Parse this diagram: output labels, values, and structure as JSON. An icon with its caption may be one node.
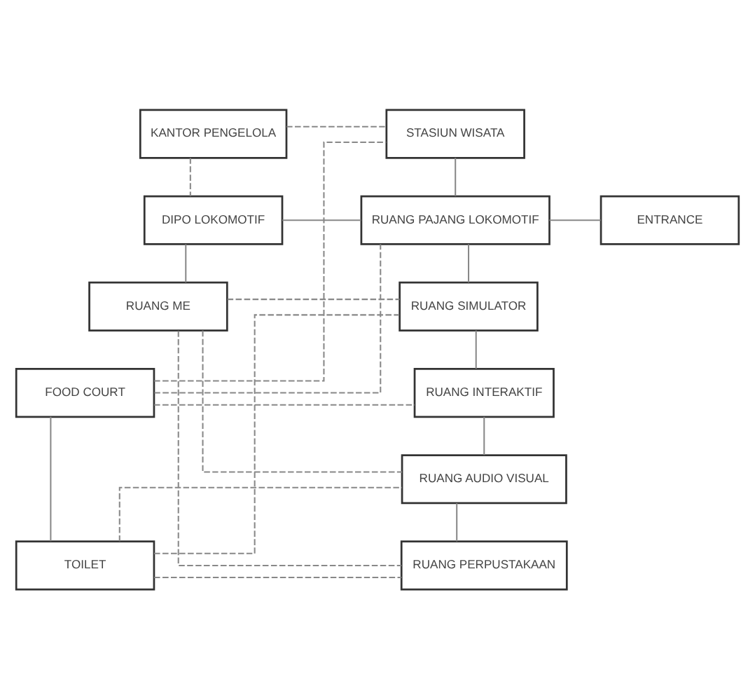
{
  "diagram": {
    "nodes": [
      {
        "text": [
          "KANTOR PENGELOLA"
        ]
      },
      {
        "text": [
          "STASIUN WISATA"
        ]
      },
      {
        "text": [
          "DIPO LOKOMOTIF"
        ]
      },
      {
        "text": [
          "RUANG PAJANG LOKOMOTIF"
        ]
      },
      {
        "text": [
          "ENTRANCE"
        ]
      },
      {
        "text": [
          "RUANG ME"
        ]
      },
      {
        "text": [
          "RUANG SIMULATOR"
        ]
      },
      {
        "text": [
          "FOOD COURT"
        ]
      },
      {
        "text": [
          "RUANG INTERAKTIF"
        ]
      },
      {
        "text": [
          "RUANG AUDIO VISUAL"
        ]
      },
      {
        "text": [
          "TOILET"
        ]
      },
      {
        "text": [
          "RUANG PERPUSTAKAAN"
        ]
      }
    ],
    "edges": [
      {
        "from": 1,
        "to": 3,
        "arrow": "none"
      },
      {
        "from": 2,
        "to": 3,
        "arrow": "none"
      },
      {
        "from": 3,
        "to": 4,
        "arrow": "none"
      },
      {
        "from": 2,
        "to": 5,
        "arrow": "none"
      },
      {
        "from": 3,
        "to": 6,
        "arrow": "none"
      },
      {
        "from": 6,
        "to": 8,
        "arrow": "none"
      },
      {
        "from": 8,
        "to": 9,
        "arrow": "none"
      },
      {
        "from": 9,
        "to": 11,
        "arrow": "none"
      },
      {
        "from": 7,
        "to": 10,
        "arrow": "none"
      },
      {
        "from": 0,
        "to": 1,
        "arrow": "none",
        "style": "dashed"
      },
      {
        "from": 0,
        "to": 2,
        "arrow": "none",
        "style": "dashed"
      },
      {
        "from": 7,
        "to": 1,
        "arrow": "none",
        "style": "dashed"
      },
      {
        "from": 7,
        "to": 3,
        "arrow": "none",
        "style": "dashed"
      },
      {
        "from": 7,
        "to": 8,
        "arrow": "none",
        "style": "dashed"
      },
      {
        "from": 5,
        "to": 6,
        "arrow": "none",
        "style": "dashed"
      },
      {
        "from": 5,
        "to": 9,
        "arrow": "none",
        "style": "dashed"
      },
      {
        "from": 5,
        "to": 11,
        "arrow": "none",
        "style": "dashed"
      },
      {
        "from": 10,
        "to": 6,
        "arrow": "none",
        "style": "dashed"
      },
      {
        "from": 10,
        "to": 9,
        "arrow": "none",
        "style": "dashed"
      },
      {
        "from": 10,
        "to": 11,
        "arrow": "none",
        "style": "dashed"
      }
    ]
  }
}
